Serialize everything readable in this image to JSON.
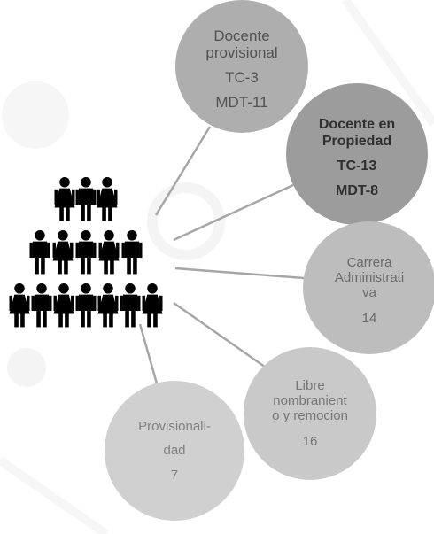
{
  "bubbles": [
    {
      "lines": [
        "Docente",
        "provisional",
        "TC-3",
        "MDT-11"
      ]
    },
    {
      "lines": [
        "Docente en",
        "Propiedad",
        "TC-13",
        "MDT-8"
      ]
    },
    {
      "lines": [
        "Carrera",
        "Administrati",
        "va",
        "14"
      ]
    },
    {
      "lines": [
        "Libre",
        "nombranient",
        "o y remocion",
        "16"
      ]
    },
    {
      "lines": [
        "Provisionali-",
        "dad",
        "7"
      ]
    }
  ],
  "icons": {
    "crowd": "group-of-people-icon"
  },
  "colors": {
    "bubble1": "#aeaeae",
    "bubble2": "#9c9c9c",
    "bubble3": "#bdbdbd",
    "bubble4": "#c9c9c9",
    "bubble5": "#d0d0d0",
    "connector": "#a6a6a6",
    "people": "#000000"
  }
}
